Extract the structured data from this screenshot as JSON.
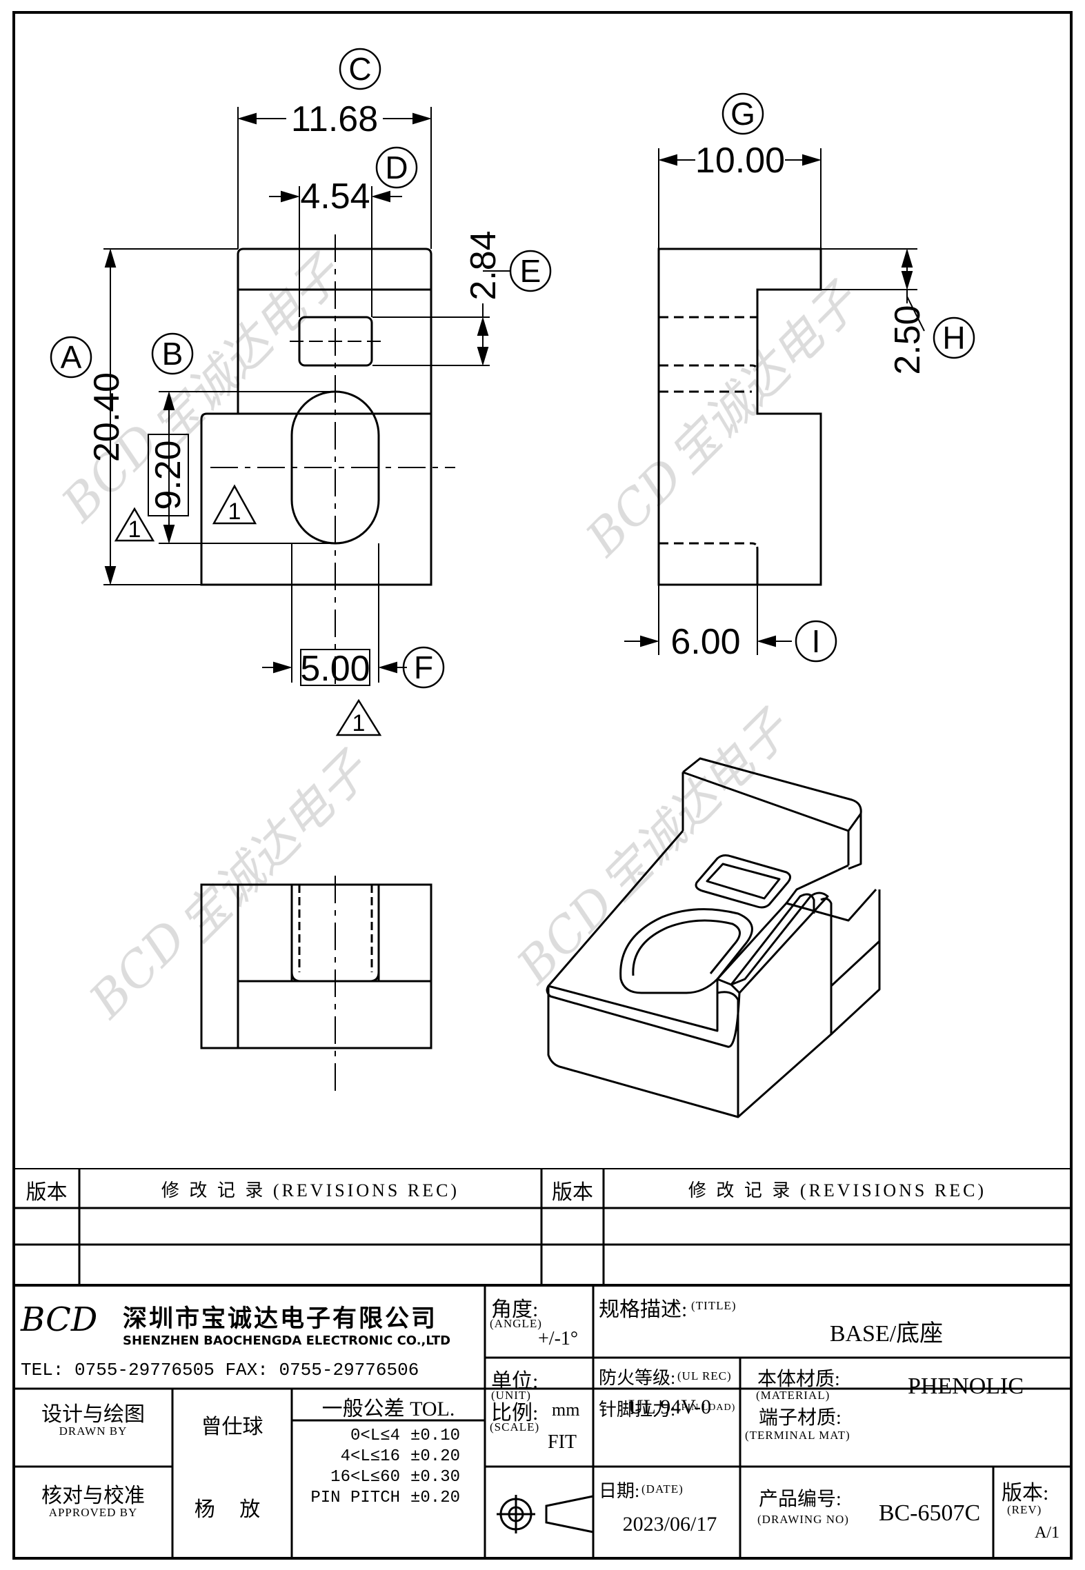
{
  "drawing": {
    "dimensions": {
      "A": "20.40",
      "B": "9.20",
      "C": "11.68",
      "D": "4.54",
      "E": "2.84",
      "F": "5.00",
      "G": "10.00",
      "H": "2.50",
      "I": "6.00"
    },
    "balloons": [
      "A",
      "B",
      "C",
      "D",
      "E",
      "F",
      "G",
      "H",
      "I"
    ],
    "critical_marker": "1",
    "watermark": {
      "logo": "BCD",
      "text": "宝诚达电子"
    }
  },
  "revisions": {
    "left": {
      "version_header": "版本",
      "record_header": "修 改 记 录 (REVISIONS REC)"
    },
    "right": {
      "version_header": "版本",
      "record_header": "修 改 记 录 (REVISIONS REC)"
    }
  },
  "company": {
    "logo": "BCD",
    "name_cn": "深圳市宝诚达电子有限公司",
    "name_en": "SHENZHEN BAOCHENGDA ELECTRONIC CO.,LTD",
    "tel_fax": "TEL: 0755-29776505  FAX: 0755-29776506"
  },
  "title_block": {
    "angle_label": "角度:",
    "angle_en": "(ANGLE)",
    "angle_value": "+/-1°",
    "title_label": "规格描述:",
    "title_en": "(TITLE)",
    "title_value": "BASE/底座",
    "unit_label": "单位:",
    "unit_en": "(UNIT)",
    "unit_value": "mm",
    "ul_label": "防火等级:",
    "ul_en": "(UL REC)",
    "ul_value": "UL 94V-0",
    "material_label": "本体材质:",
    "material_en": "(MATERIAL)",
    "material_value": "PHENOLIC",
    "drawn_label": "设计与绘图",
    "drawn_en": "DRAWN BY",
    "drawn_value": "曾仕球",
    "tol_header": "一般公差 TOL.",
    "tol_rows": [
      {
        "range": "0<L≤4",
        "value": "±0.10"
      },
      {
        "range": "4<L≤16",
        "value": "±0.20"
      },
      {
        "range": "16<L≤60",
        "value": "±0.30"
      },
      {
        "range": "PIN PITCH",
        "value": "±0.20"
      }
    ],
    "scale_label": "比例:",
    "scale_en": "(SCALE)",
    "scale_value": "FIT",
    "pin_label": "针脚拉力:",
    "pin_en": "(PIN LOAD)",
    "terminal_label": "端子材质:",
    "terminal_en": "(TERMINAL MAT)",
    "approved_label": "核对与校准",
    "approved_en": "APPROVED BY",
    "approved_value": "杨 放",
    "date_label": "日期:",
    "date_en": "(DATE)",
    "date_value": "2023/06/17",
    "drawing_no_label": "产品编号:",
    "drawing_no_en": "(DRAWING NO)",
    "drawing_no_value": "BC-6507C",
    "rev_label": "版本:",
    "rev_en": "(REV)",
    "rev_value": "A/1"
  }
}
